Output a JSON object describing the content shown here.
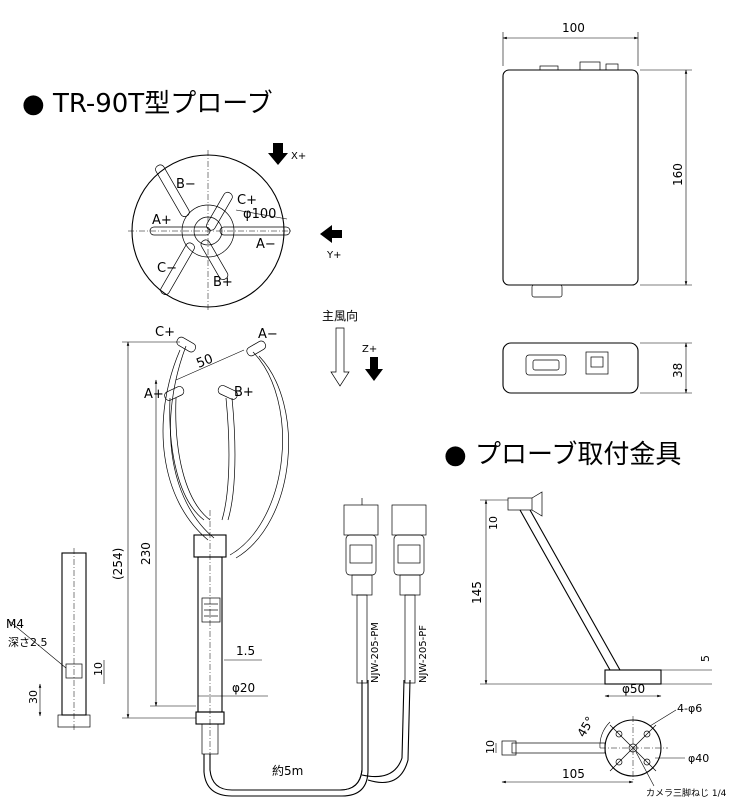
{
  "sections": {
    "probe_title": "● TR-90T型プローブ",
    "bracket_title": "● プローブ取付金具"
  },
  "top_view": {
    "x_axis": "X+",
    "y_axis": "Y+",
    "a_plus": "A+",
    "a_minus": "A−",
    "b_plus": "B+",
    "b_minus": "B−",
    "c_plus": "C+",
    "c_minus": "C−",
    "diameter": "φ100"
  },
  "side_view": {
    "main_wind": "主風向",
    "z_axis": "Z+",
    "c_plus": "C+",
    "a_minus": "A−",
    "a_plus": "A+",
    "b_plus": "B+",
    "dim_50": "50",
    "dim_254": "(254)",
    "dim_230": "230",
    "dim_1_5": "1.5",
    "dim_phi20": "φ20",
    "cable_length": "約5m",
    "connector_pm": "NJW-205-PM",
    "connector_pf": "NJW-205-PF"
  },
  "small_view": {
    "m4": "M4",
    "depth": "深さ2.5",
    "dim_10": "10",
    "dim_30": "30"
  },
  "box": {
    "width": "100",
    "height": "160",
    "depth": "38"
  },
  "bracket": {
    "dim_10_top": "10",
    "dim_145": "145",
    "dim_5": "5",
    "base_dia": "φ50",
    "angle": "45°",
    "holes": "4-φ6",
    "dim_10_bottom": "10",
    "dim_40": "φ40",
    "dim_105": "105",
    "camera_screw": "カメラ三脚ねじ 1/4"
  }
}
